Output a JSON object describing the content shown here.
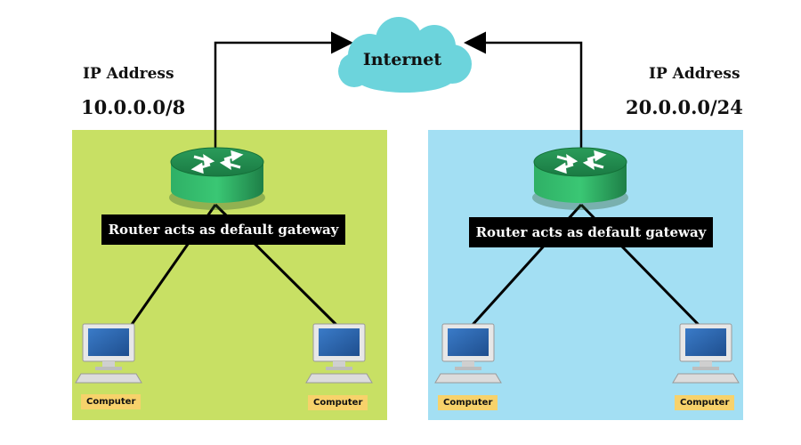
{
  "internet": {
    "label": "Internet"
  },
  "networks": [
    {
      "ip_label": "IP Address",
      "ip_value": "10.0.0.0/8",
      "router_caption": "Router acts as default gateway",
      "computers": [
        "Computer",
        "Computer"
      ]
    },
    {
      "ip_label": "IP Address",
      "ip_value": "20.0.0.0/24",
      "router_caption": "Router acts as default gateway",
      "computers": [
        "Computer",
        "Computer"
      ]
    }
  ],
  "colors": {
    "left_network_bg": "#c8e064",
    "right_network_bg": "#a3dff3",
    "cloud": "#6cd4dc",
    "router": "#1f8a4c",
    "caption_bg": "#000000",
    "computer_label_bg": "#f7d26b"
  }
}
